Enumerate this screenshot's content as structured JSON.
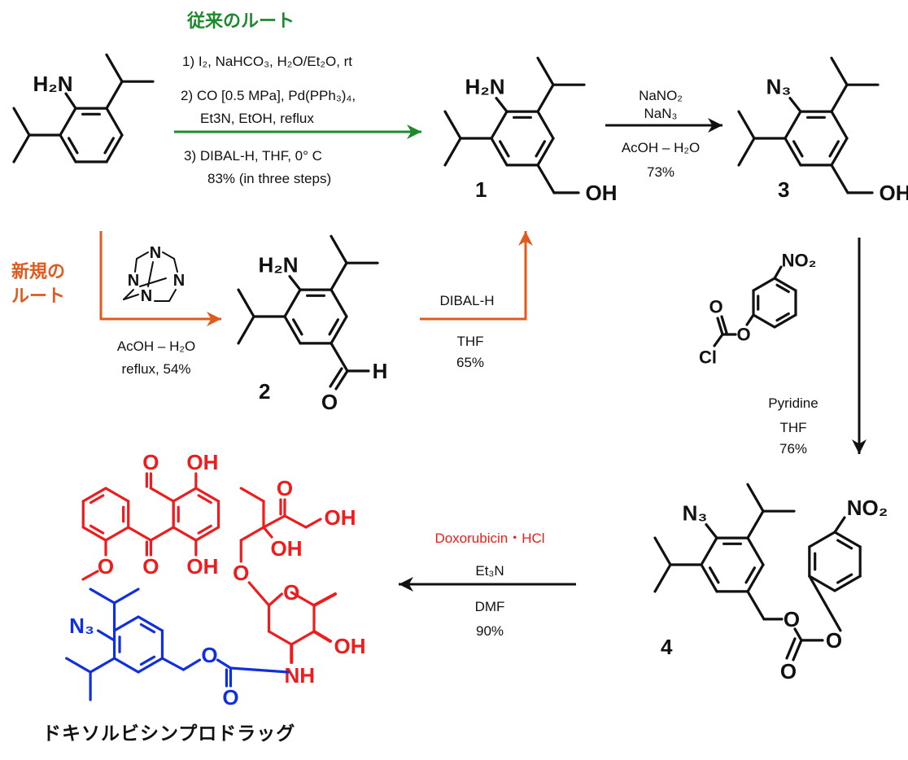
{
  "colors": {
    "conventional": "#1e8a2e",
    "new": "#e05a1e",
    "doxorubicin": "#ee1c1c",
    "prodrug_part": "#1030e0",
    "ink": "#111111"
  },
  "routes": {
    "conventional_title": "従来のルート",
    "new_title_line1": "新規の",
    "new_title_line2": "ルート"
  },
  "step_conventional": {
    "line1": "1) I₂, NaHCO₃, H₂O/Et₂O, rt",
    "line2": "2) CO [0.5 MPa], Pd(PPh₃)₄,",
    "line3": "Et3N, EtOH, reflux",
    "line4": "3) DIBAL-H, THF, 0° C",
    "yield": "83% (in three steps)"
  },
  "step_azide": {
    "reagent1": "NaNO₂",
    "reagent2": "NaN₃",
    "solvent": "AcOH – H₂O",
    "yield": "73%"
  },
  "step_new": {
    "reagent": "hexamethylenetetramine",
    "solvent": "AcOH – H₂O",
    "cond": "reflux, 54%"
  },
  "step_reduction": {
    "reagent": "DIBAL-H",
    "solvent": "THF",
    "yield": "65%"
  },
  "step_carbonate": {
    "reagent": "Pyridine",
    "solvent": "THF",
    "yield": "76%"
  },
  "step_coupling": {
    "reagent": "Doxorubicin・HCl",
    "base": "Et₃N",
    "solvent": "DMF",
    "yield": "90%"
  },
  "compounds": {
    "c1": {
      "label": "1"
    },
    "c2": {
      "label": "2"
    },
    "c3": {
      "label": "3"
    },
    "c4": {
      "label": "4"
    },
    "prodrug": {
      "name": "ドキソルビシンプロドラッグ"
    }
  },
  "atoms": {
    "H2N": "H₂N",
    "N3": "N₃",
    "OH": "OH",
    "O": "O",
    "H": "H",
    "NO2": "NO₂",
    "Cl": "Cl",
    "N": "N",
    "NH": "NH"
  }
}
